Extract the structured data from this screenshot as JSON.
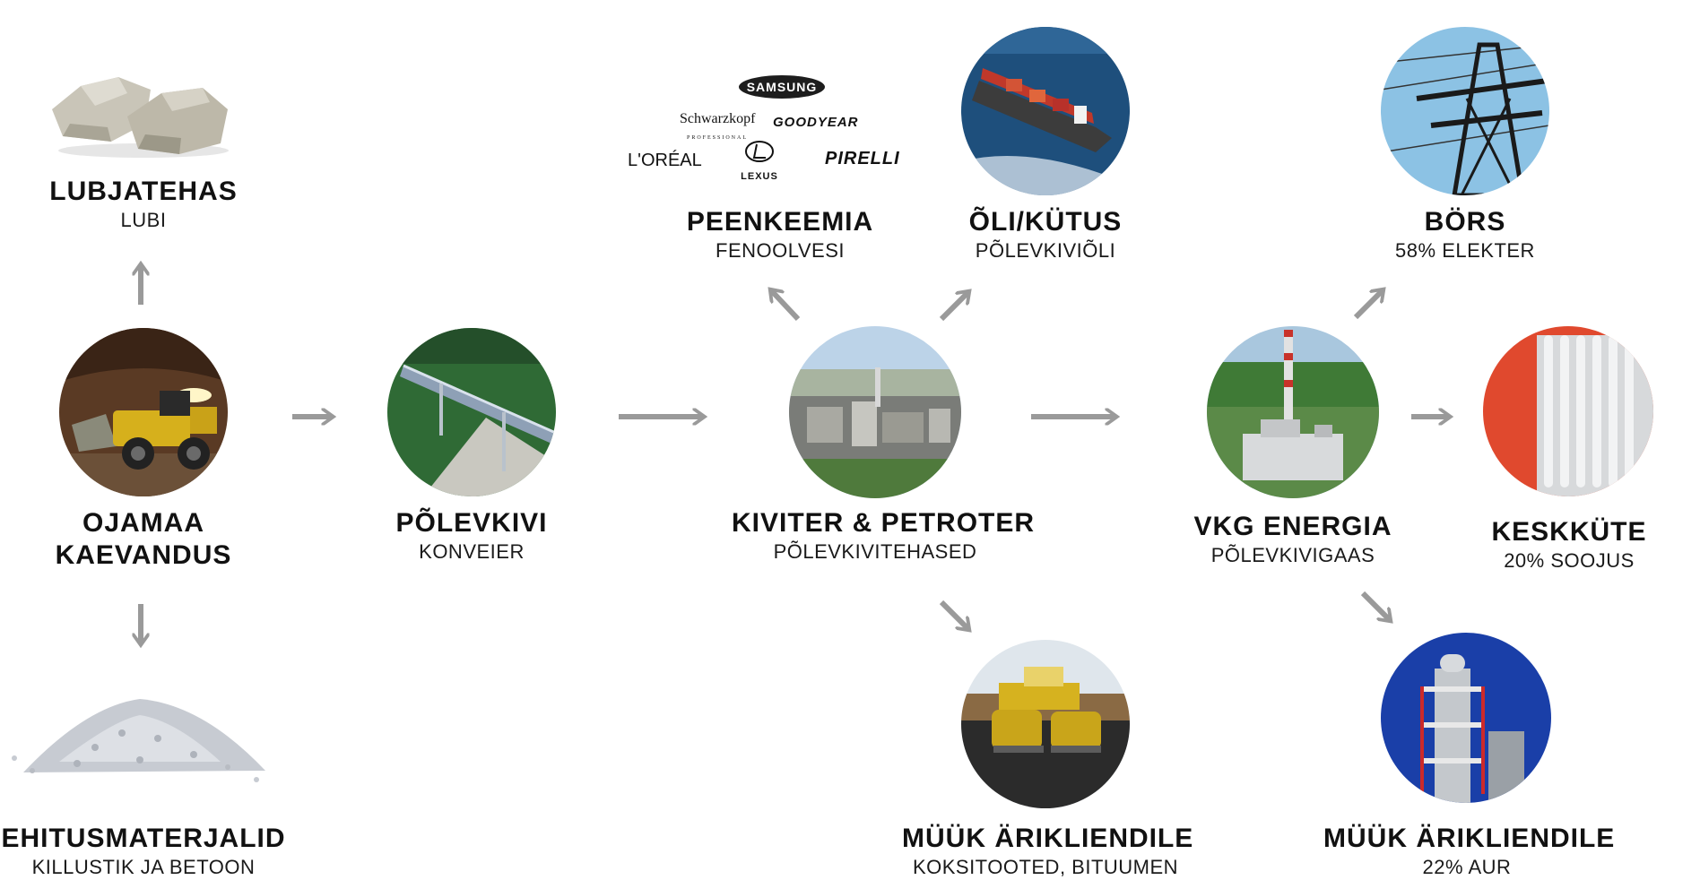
{
  "nodes": {
    "lubjatehas": {
      "title": "LUBJATEHAS",
      "subtitle": "LUBI"
    },
    "ojamaa": {
      "title_line1": "OJAMAA",
      "title_line2": "KAEVANDUS"
    },
    "ehitus": {
      "title": "EHITUSMATERJALID",
      "subtitle": "KILLUSTIK JA BETOON"
    },
    "polevkivi": {
      "title": "PÕLEVKIVI",
      "subtitle": "KONVEIER"
    },
    "kiviter": {
      "title": "KIVITER & PETROTER",
      "subtitle": "PÕLEVKIVITEHASED"
    },
    "peenkeemia": {
      "title": "PEENKEEMIA",
      "subtitle": "FENOOLVESI"
    },
    "oli": {
      "title": "ÕLI/KÜTUS",
      "subtitle": "PÕLEVKIVIÕLI"
    },
    "muuk1": {
      "title": "MÜÜK ÄRIKLIENDILE",
      "subtitle": "KOKSITOOTED, BITUUMEN"
    },
    "vkg": {
      "title": "VKG ENERGIA",
      "subtitle": "PÕLEVKIVIGAAS"
    },
    "bors": {
      "title": "BÖRS",
      "subtitle": "58% ELEKTER"
    },
    "keskkute": {
      "title": "KESKKÜTE",
      "subtitle": "20% SOOJUS"
    },
    "muuk2": {
      "title": "MÜÜK ÄRIKLIENDILE",
      "subtitle": "22% AUR"
    }
  },
  "brands": {
    "samsung": "SAMSUNG",
    "schwarzkopf": "Schwarzkopf",
    "schwarzkopf_sub": "PROFESSIONAL",
    "goodyear": "GOODYEAR",
    "loreal": "L'ORÉAL",
    "lexus": "LEXUS",
    "pirelli": "PIRELLI"
  },
  "colors": {
    "arrow": "#9a9a9a",
    "text": "#111111"
  }
}
